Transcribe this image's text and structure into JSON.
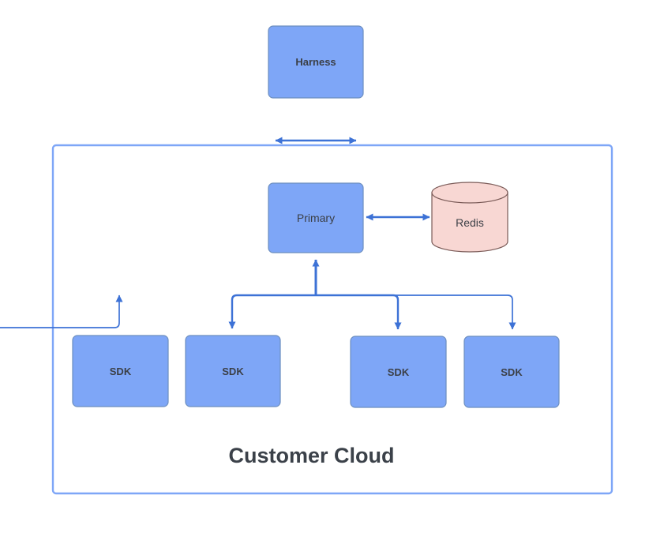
{
  "diagram": {
    "type": "architecture-diagram",
    "background_color": "#ffffff",
    "palette": {
      "node_fill": "#7ea6f7",
      "node_stroke": "#6c8ebf",
      "datastore_fill": "#f8d7d3",
      "datastore_stroke": "#7a5a57",
      "edge_color": "#3d72d6",
      "group_border": "#7ea6f7",
      "text_color": "#3b3f46"
    },
    "group": {
      "name": "customer-cloud",
      "title": "Customer Cloud",
      "border_color": "#7ea6f7"
    },
    "nodes": [
      {
        "id": "harness",
        "label": "Harness",
        "shape": "rectangle",
        "bold": true
      },
      {
        "id": "primary",
        "label": "Primary",
        "shape": "rectangle",
        "bold": false
      },
      {
        "id": "redis",
        "label": "Redis",
        "shape": "cylinder",
        "bold": false
      },
      {
        "id": "sdk1",
        "label": "SDK",
        "shape": "rectangle",
        "bold": true
      },
      {
        "id": "sdk2",
        "label": "SDK",
        "shape": "rectangle",
        "bold": true
      },
      {
        "id": "sdk3",
        "label": "SDK",
        "shape": "rectangle",
        "bold": true
      },
      {
        "id": "sdk4",
        "label": "SDK",
        "shape": "rectangle",
        "bold": true
      }
    ],
    "edges": [
      {
        "from": "harness",
        "to": "primary",
        "direction": "bidirectional"
      },
      {
        "from": "primary",
        "to": "redis",
        "direction": "bidirectional"
      },
      {
        "from": "sdk1",
        "to": "primary",
        "direction": "unidirectional"
      },
      {
        "from": "sdk2",
        "to": "primary",
        "direction": "unidirectional"
      },
      {
        "from": "sdk3",
        "to": "primary",
        "direction": "unidirectional"
      },
      {
        "from": "sdk4",
        "to": "primary",
        "direction": "unidirectional"
      }
    ]
  }
}
